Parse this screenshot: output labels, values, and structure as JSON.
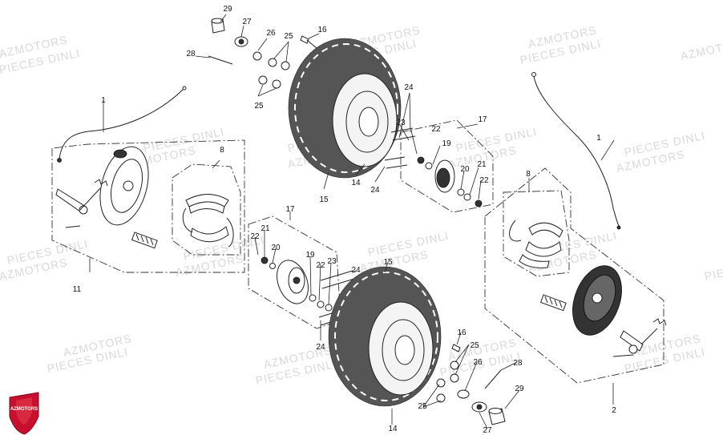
{
  "watermark": {
    "line1": "AZMOTORS",
    "line2": "PIECES DINLI"
  },
  "logo": {
    "text": "AZMOTORS",
    "color": "#c8102e"
  },
  "callouts": [
    "1",
    "2",
    "8",
    "11",
    "14",
    "15",
    "16",
    "17",
    "19",
    "20",
    "21",
    "22",
    "23",
    "24",
    "25",
    "26",
    "27",
    "28",
    "29"
  ]
}
